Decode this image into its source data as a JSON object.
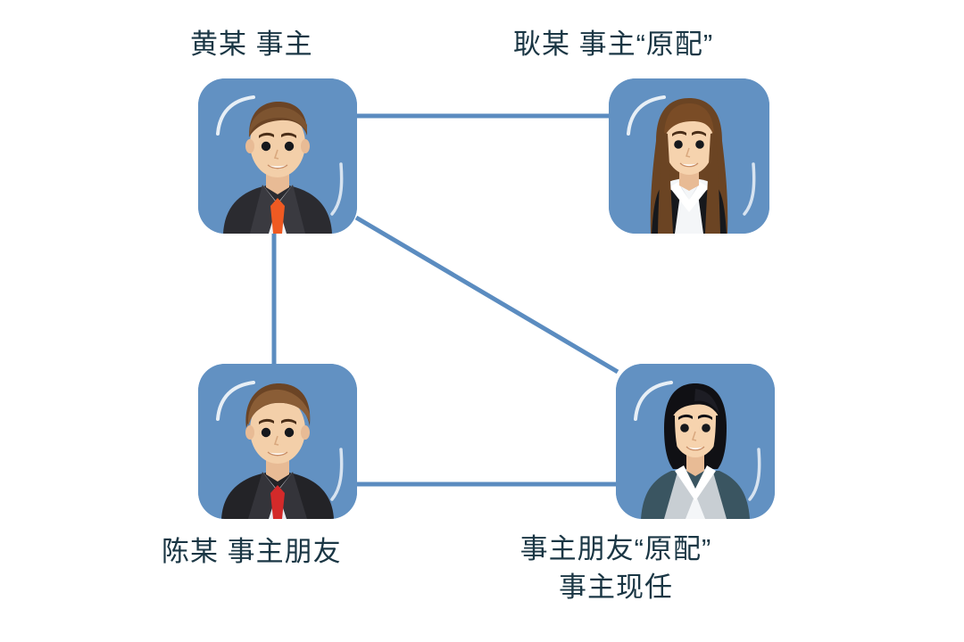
{
  "diagram": {
    "type": "relationship-network",
    "background_color": "#ffffff",
    "tile_color": "#6291c2",
    "connector_color": "#5b8cc0",
    "label_color": "#1a3644",
    "nodes": [
      {
        "id": "huang",
        "avatar": "man-avatar",
        "avatar_description": "man-brown-hair-dark-suit-orange-tie",
        "label_lines": [
          "黄某 事主"
        ],
        "label": "黄某 事主",
        "position": "top-left"
      },
      {
        "id": "geng",
        "avatar": "woman-avatar",
        "avatar_description": "woman-long-brown-hair-black-vest-white-blouse",
        "label_lines": [
          "耿某 事主“原配”"
        ],
        "label": "耿某 事主“原配”",
        "position": "top-right"
      },
      {
        "id": "chen",
        "avatar": "man-avatar",
        "avatar_description": "man-brown-hair-dark-suit-red-tie",
        "label_lines": [
          "陈某 事主朋友"
        ],
        "label": "陈某 事主朋友",
        "position": "bottom-left"
      },
      {
        "id": "friend-wife",
        "avatar": "woman-avatar",
        "avatar_description": "woman-short-black-hair-slate-blazer-white-blouse",
        "label_lines": [
          "事主朋友“原配”",
          "事主现任"
        ],
        "label": "事主朋友“原配” 事主现任",
        "position": "bottom-right"
      }
    ],
    "edges": [
      {
        "id": "huang-geng",
        "from": "huang",
        "to": "geng",
        "style": "horizontal"
      },
      {
        "id": "huang-chen",
        "from": "huang",
        "to": "chen",
        "style": "vertical"
      },
      {
        "id": "huang-friend-wife",
        "from": "huang",
        "to": "friend-wife",
        "style": "diagonal"
      },
      {
        "id": "chen-friend-wife",
        "from": "chen",
        "to": "friend-wife",
        "style": "horizontal"
      }
    ]
  }
}
